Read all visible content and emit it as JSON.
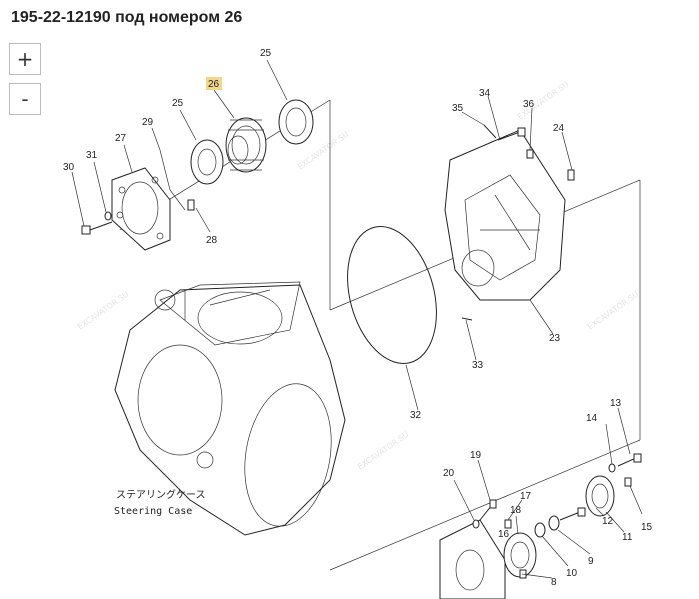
{
  "header": {
    "title": "195-22-12190 под номером 26"
  },
  "zoom": {
    "in_label": "+",
    "out_label": "-"
  },
  "diagram": {
    "caption_jp": "ステアリングケース",
    "caption_en": "Steering Case",
    "highlight_color": "#f0d78a",
    "watermark": "EXCAVATOR.SU",
    "callouts": [
      "26",
      "25",
      "25",
      "27",
      "29",
      "30",
      "31",
      "28",
      "35",
      "34",
      "36",
      "24",
      "23",
      "33",
      "32",
      "14",
      "13",
      "19",
      "20",
      "17",
      "18",
      "16",
      "15",
      "12",
      "11",
      "9",
      "10",
      "8"
    ]
  }
}
